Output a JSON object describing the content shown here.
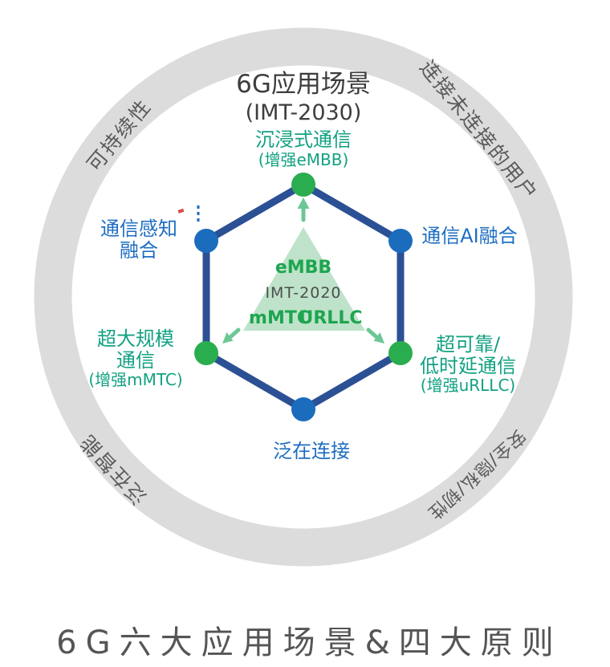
{
  "header": {
    "title": "6G应用场景",
    "subtitle": "(IMT-2030)"
  },
  "ring": {
    "sustainability": "可持续性",
    "connect_unconnected": "连接未连接的用户",
    "ubiquitous_intelligence": "泛在智能",
    "security_privacy_resilience": "安全/隐私/韧性"
  },
  "scenarios": {
    "immersive": {
      "line1": "沉浸式通信",
      "sub": "(增强eMBB)"
    },
    "sensing": {
      "line1": "通信感知",
      "line2": "融合"
    },
    "ai": {
      "line1": "通信AI融合"
    },
    "massive": {
      "line1": "超大规模",
      "line2": "通信",
      "sub": "(增强mMTC)"
    },
    "hyper_reliable": {
      "line1": "超可靠/",
      "line2": "低时延通信",
      "sub": "(增强uRLLC)"
    },
    "ubiquitous_connectivity": {
      "line1": "泛在连接"
    }
  },
  "triangle": {
    "top": "eMBB",
    "center": "IMT-2020",
    "bottom_left": "mMTC",
    "bottom_right": "URLLC"
  },
  "caption": "6G六大应用场景&四大原则",
  "colors": {
    "ring_gray": "#dcdcdc",
    "ring_text": "#5a5a5a",
    "hex_edge_navy": "#2b5094",
    "node_green": "#2aad4e",
    "node_blue": "#1b6cbd",
    "triangle_fill": "#bee3ca",
    "triangle_green_text": "#1ea550",
    "scenario_green_text": "#12a182",
    "scenario_blue_text": "#1e6ec2",
    "arrow_green": "#6cc795",
    "caption_text": "#555555"
  }
}
